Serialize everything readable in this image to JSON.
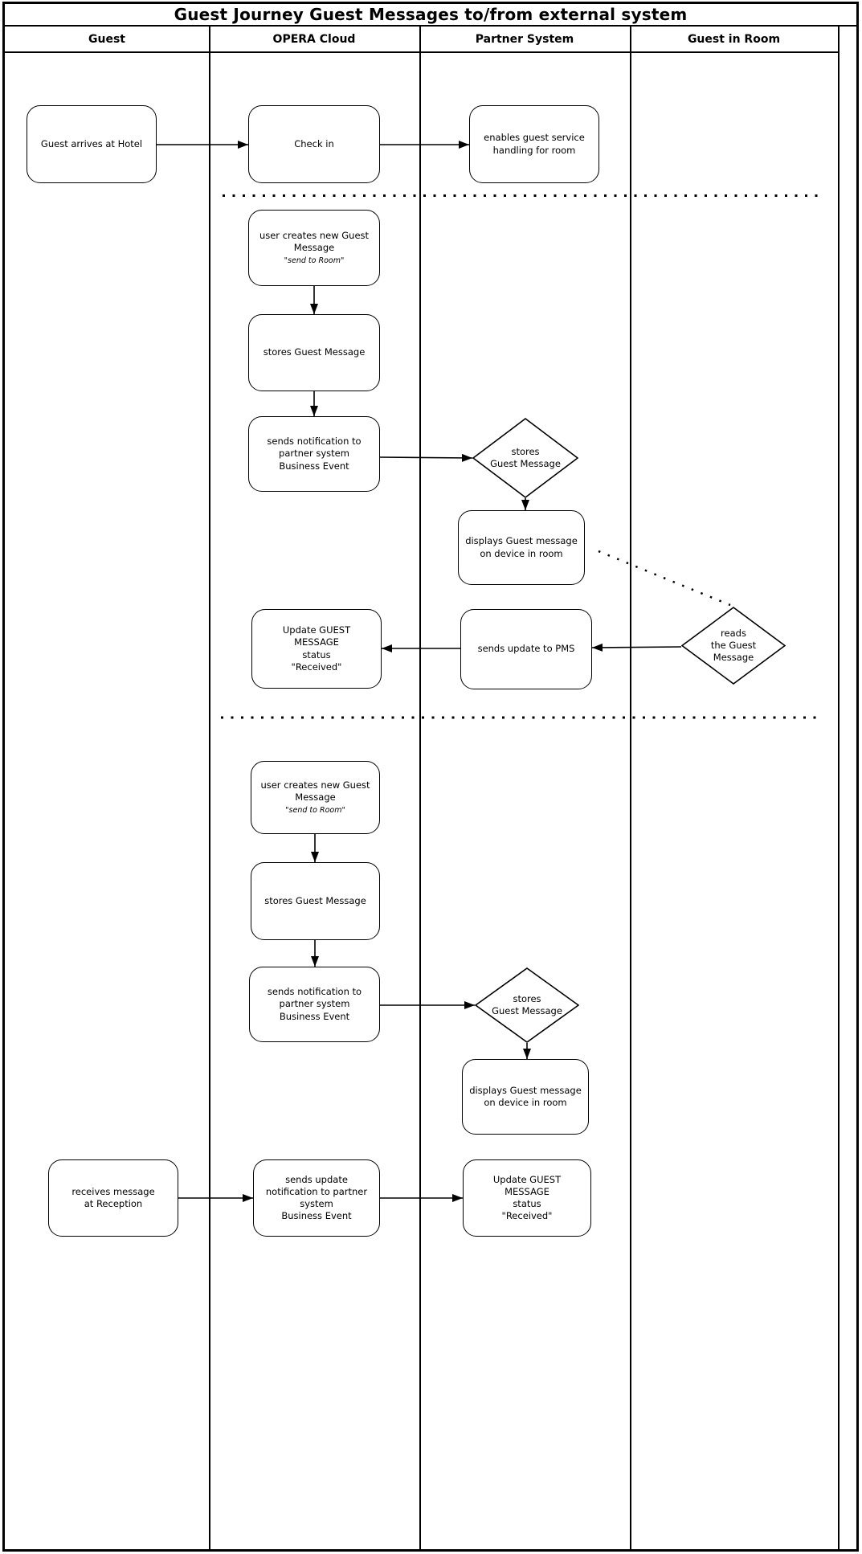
{
  "title": "Guest Journey Guest Messages to/from external system",
  "lanes": {
    "guest": "Guest",
    "opera": "OPERA Cloud",
    "partner": "Partner System",
    "room": "Guest in Room"
  },
  "nodes": {
    "guest_arrives": {
      "label": "Guest arrives at Hotel"
    },
    "check_in": {
      "label": "Check in"
    },
    "enables_service": {
      "label": "enables guest service\nhandling for room"
    },
    "create_msg_1": {
      "label": "user creates new Guest\nMessage",
      "note": "\"send to Room\""
    },
    "stores_msg_1": {
      "label": "stores Guest Message"
    },
    "notify_1": {
      "label": "sends notification to\npartner system\nBusiness Event"
    },
    "partner_stores_1": {
      "label": "stores\nGuest Message"
    },
    "displays_1": {
      "label": "displays Guest message\non device in room"
    },
    "reads_msg": {
      "label": "reads\nthe Guest\nMessage"
    },
    "update_pms": {
      "label": "sends update to PMS"
    },
    "update_status_1": {
      "label": "Update GUEST\nMESSAGE\nstatus\n\"Received\""
    },
    "create_msg_2": {
      "label": "user creates new Guest\nMessage",
      "note": "\"send to Room\""
    },
    "stores_msg_2": {
      "label": "stores Guest Message"
    },
    "notify_2": {
      "label": "sends notification to\npartner system\nBusiness Event"
    },
    "partner_stores_2": {
      "label": "stores\nGuest Message"
    },
    "displays_2": {
      "label": "displays Guest message\non device in room"
    },
    "receives_reception": {
      "label": "receives message\nat Reception"
    },
    "send_update_notif": {
      "label": "sends update\nnotification to partner\nsystem\nBusiness Event"
    },
    "update_status_2": {
      "label": "Update GUEST\nMESSAGE\nstatus\n\"Received\""
    }
  },
  "colors": {
    "ink": "#000000",
    "background": "#ffffff"
  }
}
